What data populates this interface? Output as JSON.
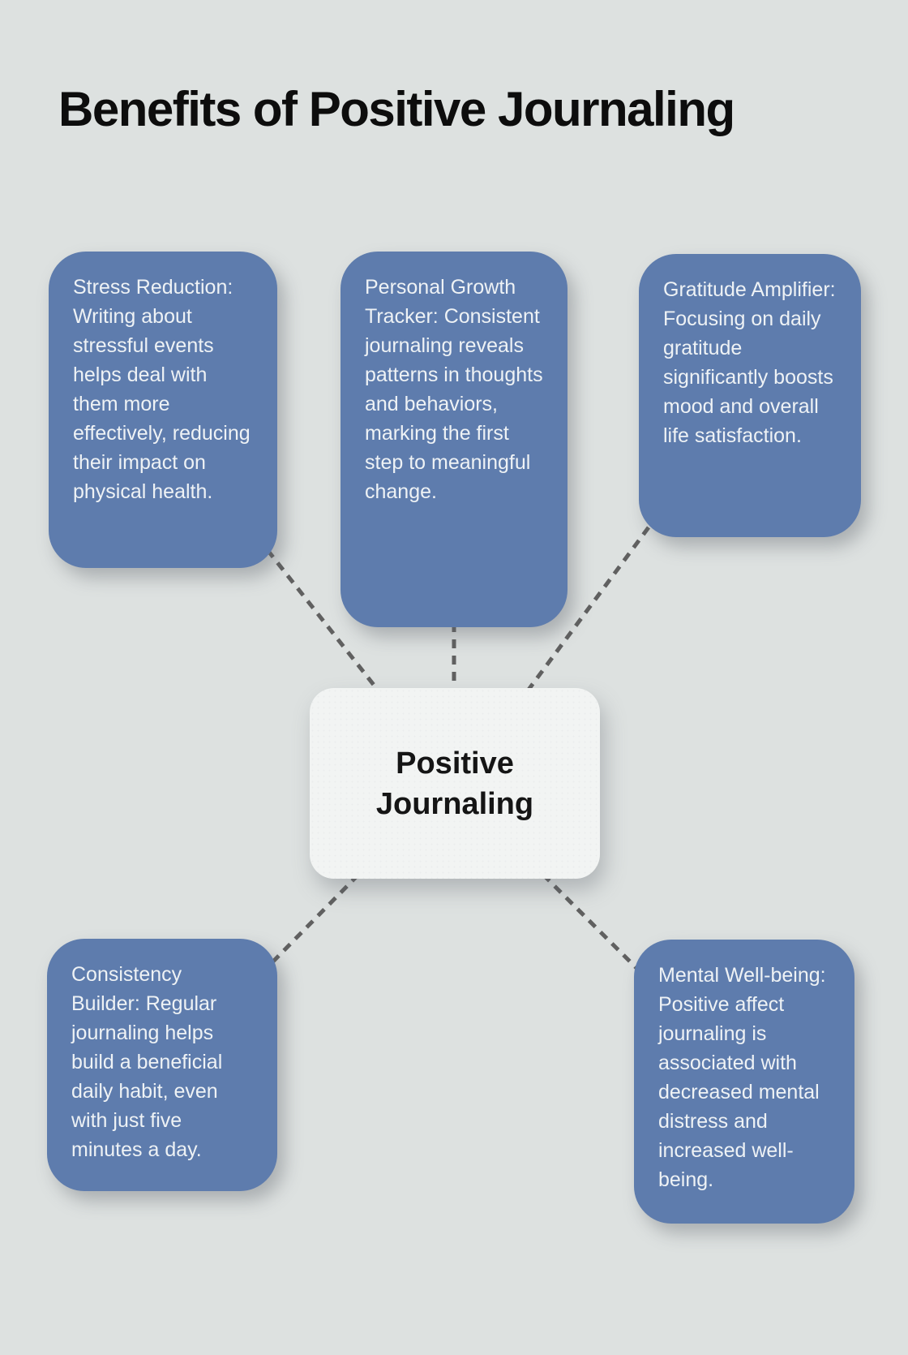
{
  "title": "Benefits of Positive Journaling",
  "center": {
    "label": "Positive Journaling"
  },
  "cards": [
    {
      "id": "stress-reduction",
      "text": "Stress Reduction: Writing about stressful events helps deal with them more effectively, reducing their impact on physical health."
    },
    {
      "id": "personal-growth-tracker",
      "text": "Personal Growth Tracker: Consistent journaling reveals patterns in thoughts and behaviors, marking the first step to meaningful change."
    },
    {
      "id": "gratitude-amplifier",
      "text": "Gratitude Amplifier: Focusing on daily gratitude significantly boosts mood and overall life satisfaction."
    },
    {
      "id": "consistency-builder",
      "text": "Consistency Builder: Regular journaling helps build a beneficial daily habit, even with just five minutes a day."
    },
    {
      "id": "mental-well-being",
      "text": "Mental Well-being: Positive affect journaling is associated with decreased mental distress and increased well-being."
    }
  ],
  "colors": {
    "background": "#dde1e0",
    "card_blue": "#5e7cad",
    "card_text": "#eef2f5",
    "center_bg": "#f2f4f3",
    "center_text": "#151515",
    "connector": "#606060",
    "title": "#0d0d0d"
  }
}
